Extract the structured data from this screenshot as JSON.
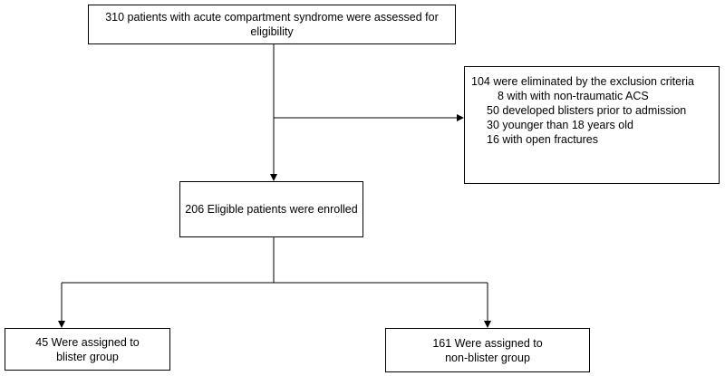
{
  "screening": {
    "text": "310 patients with acute compartment syndrome were assessed for eligibility"
  },
  "exclusion": {
    "title": "104 were eliminated by the exclusion criteria",
    "items": [
      "8 with with non-traumatic ACS",
      "50 developed blisters prior to admission",
      "30 younger than 18 years old",
      "16 with open fractures"
    ]
  },
  "enrolled": {
    "text": "206 Eligible patients were enrolled"
  },
  "groups": {
    "blister": {
      "line1": "45 Were assigned to",
      "line2": "blister group"
    },
    "non_blister": {
      "line1": "161 Were assigned to",
      "line2": "non-blister group"
    }
  }
}
